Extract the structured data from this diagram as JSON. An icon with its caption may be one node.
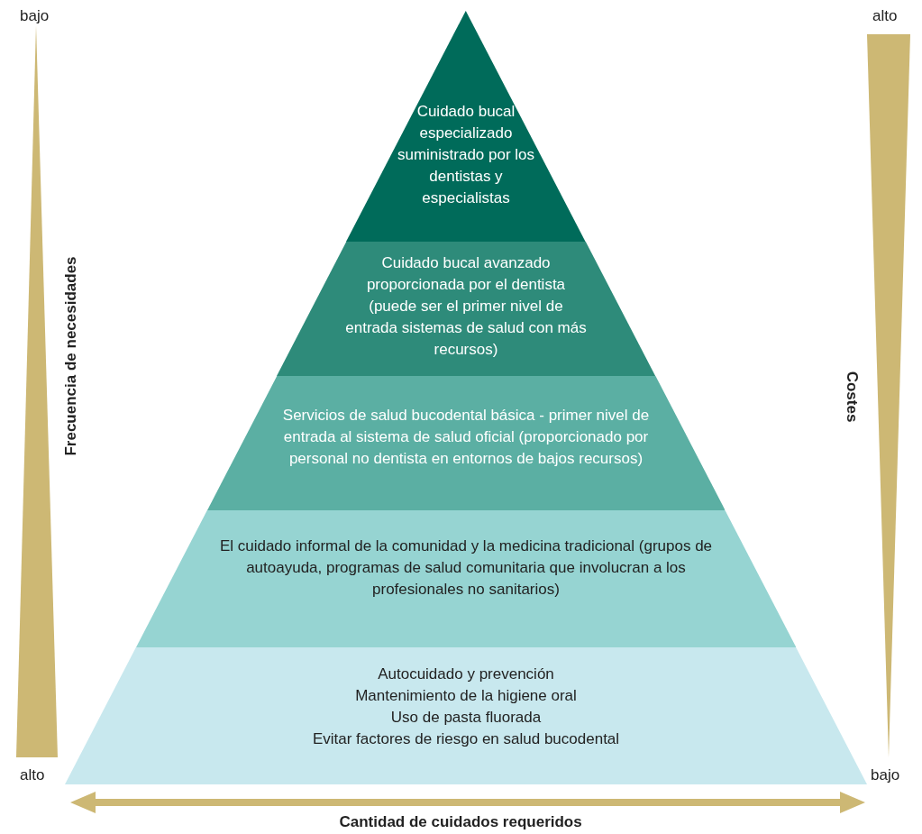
{
  "diagram": {
    "nodes": [
      {
        "text": [
          "Cuidado bucal especializado suministrado por los dentistas y especialistas"
        ]
      },
      {
        "text": [
          "Cuidado bucal avanzado proporcionada por el dentista (puede ser el primer nivel de entrada sistemas de salud con más recursos)"
        ]
      },
      {
        "text": [
          "Servicios de salud bucodental básica - primer nivel de entrada al sistema de salud oficial (proporcionado por personal no dentista en entornos de bajos recursos)"
        ]
      },
      {
        "text": [
          "El cuidado informal de la comunidad y la medicina tradicional (grupos de autoayuda, programas de salud comunitaria que involucran a los profesionales no sanitarios)"
        ]
      },
      {
        "text": [
          "Autocuidado y prevención",
          "Mantenimiento de la higiene oral",
          "Uso de pasta fluorada",
          "Evitar factores de riesgo en salud bucodental"
        ]
      }
    ],
    "edges": [],
    "labels": [
      "bajo",
      "alto",
      "Frecuencia de necesidades",
      "Costes",
      "alto",
      "bajo",
      "Cantidad de cuidados requeridos"
    ]
  }
}
